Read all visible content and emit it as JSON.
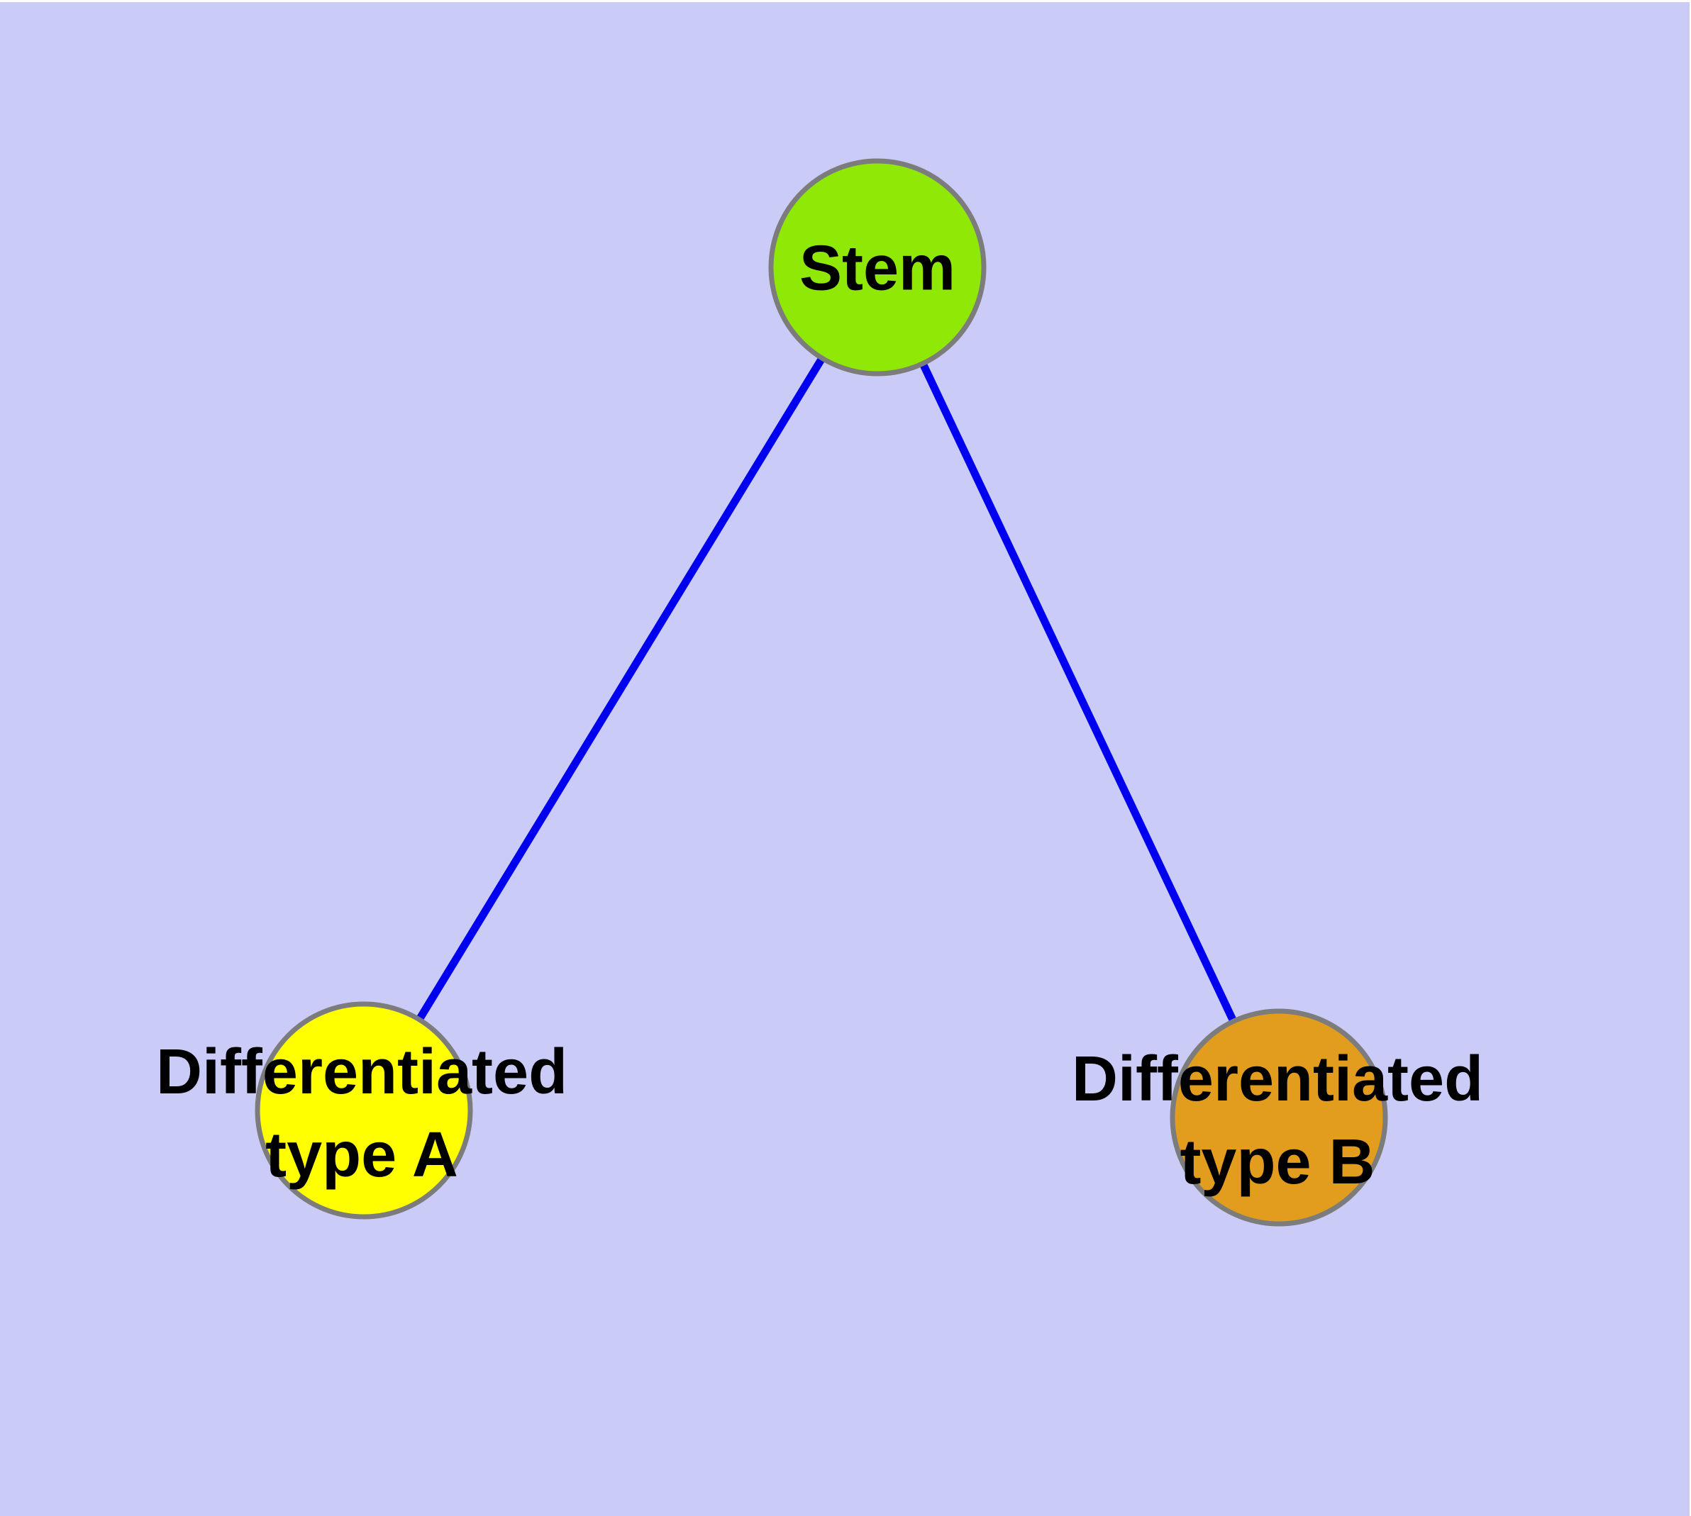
{
  "diagram": {
    "type": "graph",
    "background_color": "#CBCBF8",
    "edge_color": "#0000F0",
    "node_border_color": "#7C7C7C",
    "label_color": "#000000",
    "nodes": [
      {
        "id": "stem",
        "label": "Stem",
        "color": "#8FE805",
        "shape": "circle"
      },
      {
        "id": "diff-a",
        "label": "Differentiated\ntype A",
        "color": "#FFFF00",
        "shape": "circle"
      },
      {
        "id": "diff-b",
        "label": "Differentiated\ntype B",
        "color": "#E39D1E",
        "shape": "circle"
      }
    ],
    "edges": [
      {
        "from": "Stem",
        "to": "Differentiated type A"
      },
      {
        "from": "Stem",
        "to": "Differentiated type B"
      }
    ]
  }
}
